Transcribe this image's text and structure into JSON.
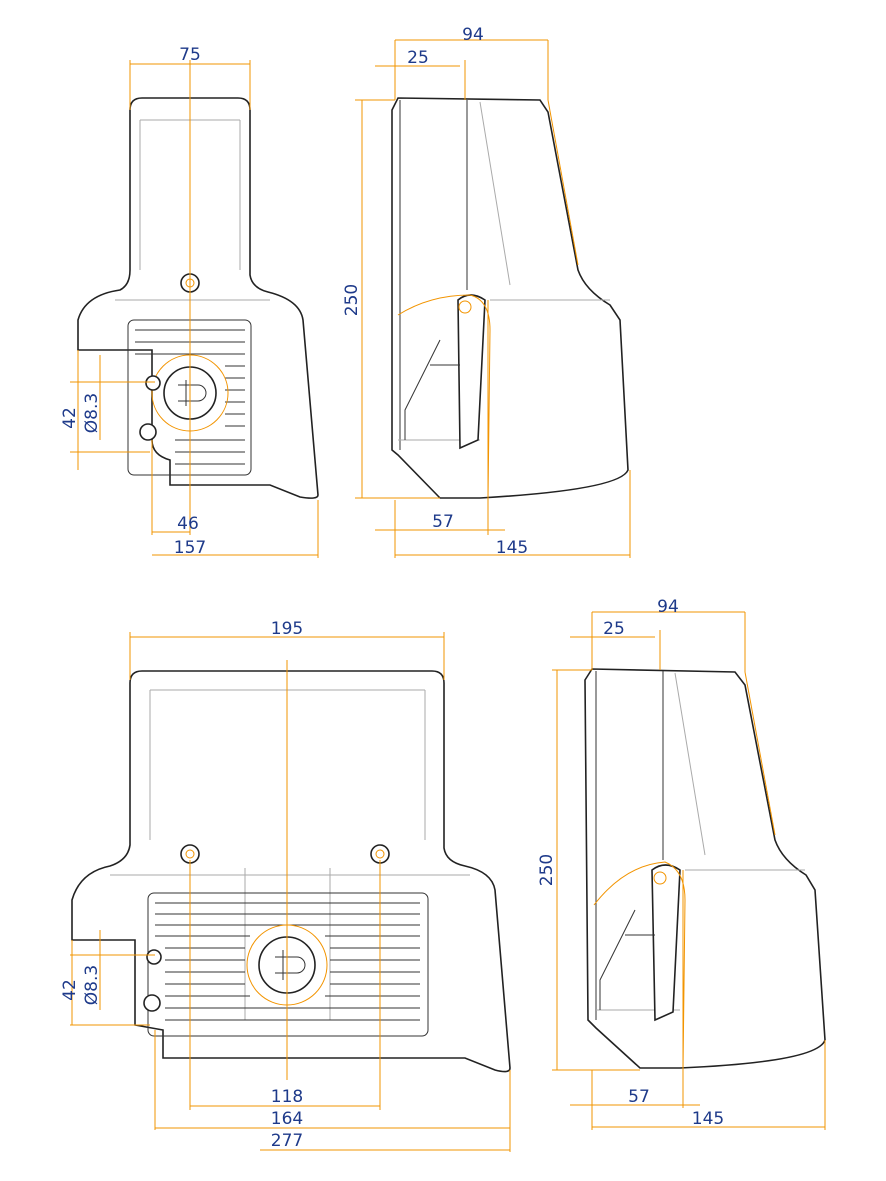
{
  "views": {
    "front_top": {
      "width": "75",
      "outlet_offset": "46",
      "depth": "157",
      "hole_spacing": "42",
      "hole_diameter": "Ø8.3"
    },
    "side_top": {
      "depth": "94",
      "front_depth": "25",
      "height": "250",
      "lever_offset": "57",
      "total_depth": "145"
    },
    "front_bottom": {
      "width": "195",
      "screw_spacing": "118",
      "panel_width": "164",
      "total_width": "277",
      "hole_spacing": "42",
      "hole_diameter": "Ø8.3"
    },
    "side_bottom": {
      "depth": "94",
      "front_depth": "25",
      "height": "250",
      "lever_offset": "57",
      "total_depth": "145"
    }
  },
  "colors": {
    "dimension_text": "#1e3a8a",
    "dimension_line": "#f29400"
  }
}
